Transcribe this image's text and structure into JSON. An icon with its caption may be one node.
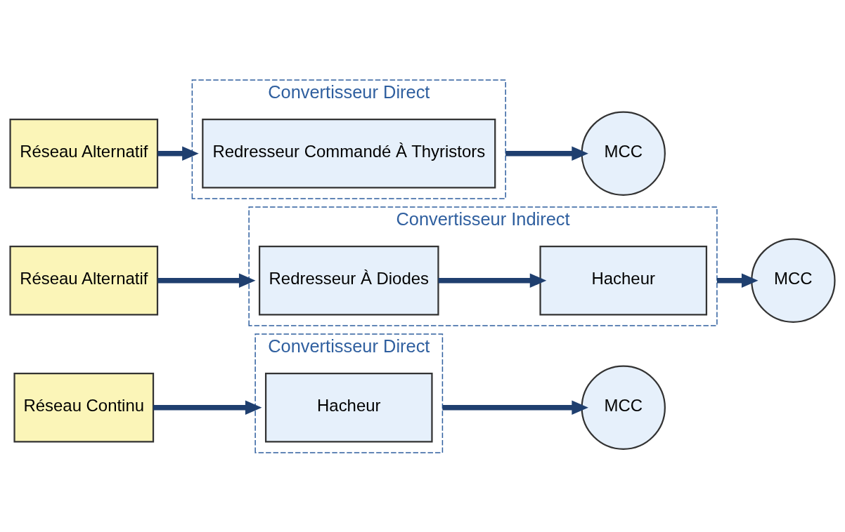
{
  "diagram": {
    "nodes": [
      {
        "text": [
          "Réseau Continu"
        ]
      },
      {
        "text": [
          "Convertisseur Direct"
        ]
      },
      {
        "text": [
          "Hacheur"
        ],
        "in": 1
      },
      {
        "text": [
          "MCC"
        ]
      },
      {
        "text": [
          "Réseau Alternatif"
        ]
      },
      {
        "text": [
          "Convertisseur Indirect"
        ]
      },
      {
        "text": [
          "Redresseur À Diodes"
        ],
        "in": 5
      },
      {
        "text": [
          "Hacheur"
        ],
        "in": 5
      },
      {
        "text": [
          "MCC"
        ]
      },
      {
        "text": [
          "Réseau Alternatif"
        ]
      },
      {
        "text": [
          "Convertisseur Direct"
        ]
      },
      {
        "text": [
          "Redresseur Commandé À Thyristors"
        ],
        "in": 10
      },
      {
        "text": [
          "MCC"
        ]
      }
    ],
    "edges": [
      {
        "from": 0,
        "to": 1,
        "arrow": "to"
      },
      {
        "from": 1,
        "to": 3,
        "arrow": "to"
      },
      {
        "from": 4,
        "to": 5,
        "arrow": "to"
      },
      {
        "from": 6,
        "to": 7,
        "arrow": "to"
      },
      {
        "from": 5,
        "to": 8,
        "arrow": "to"
      },
      {
        "from": 9,
        "to": 10,
        "arrow": "to"
      },
      {
        "from": 10,
        "to": 12,
        "arrow": "to"
      }
    ]
  }
}
